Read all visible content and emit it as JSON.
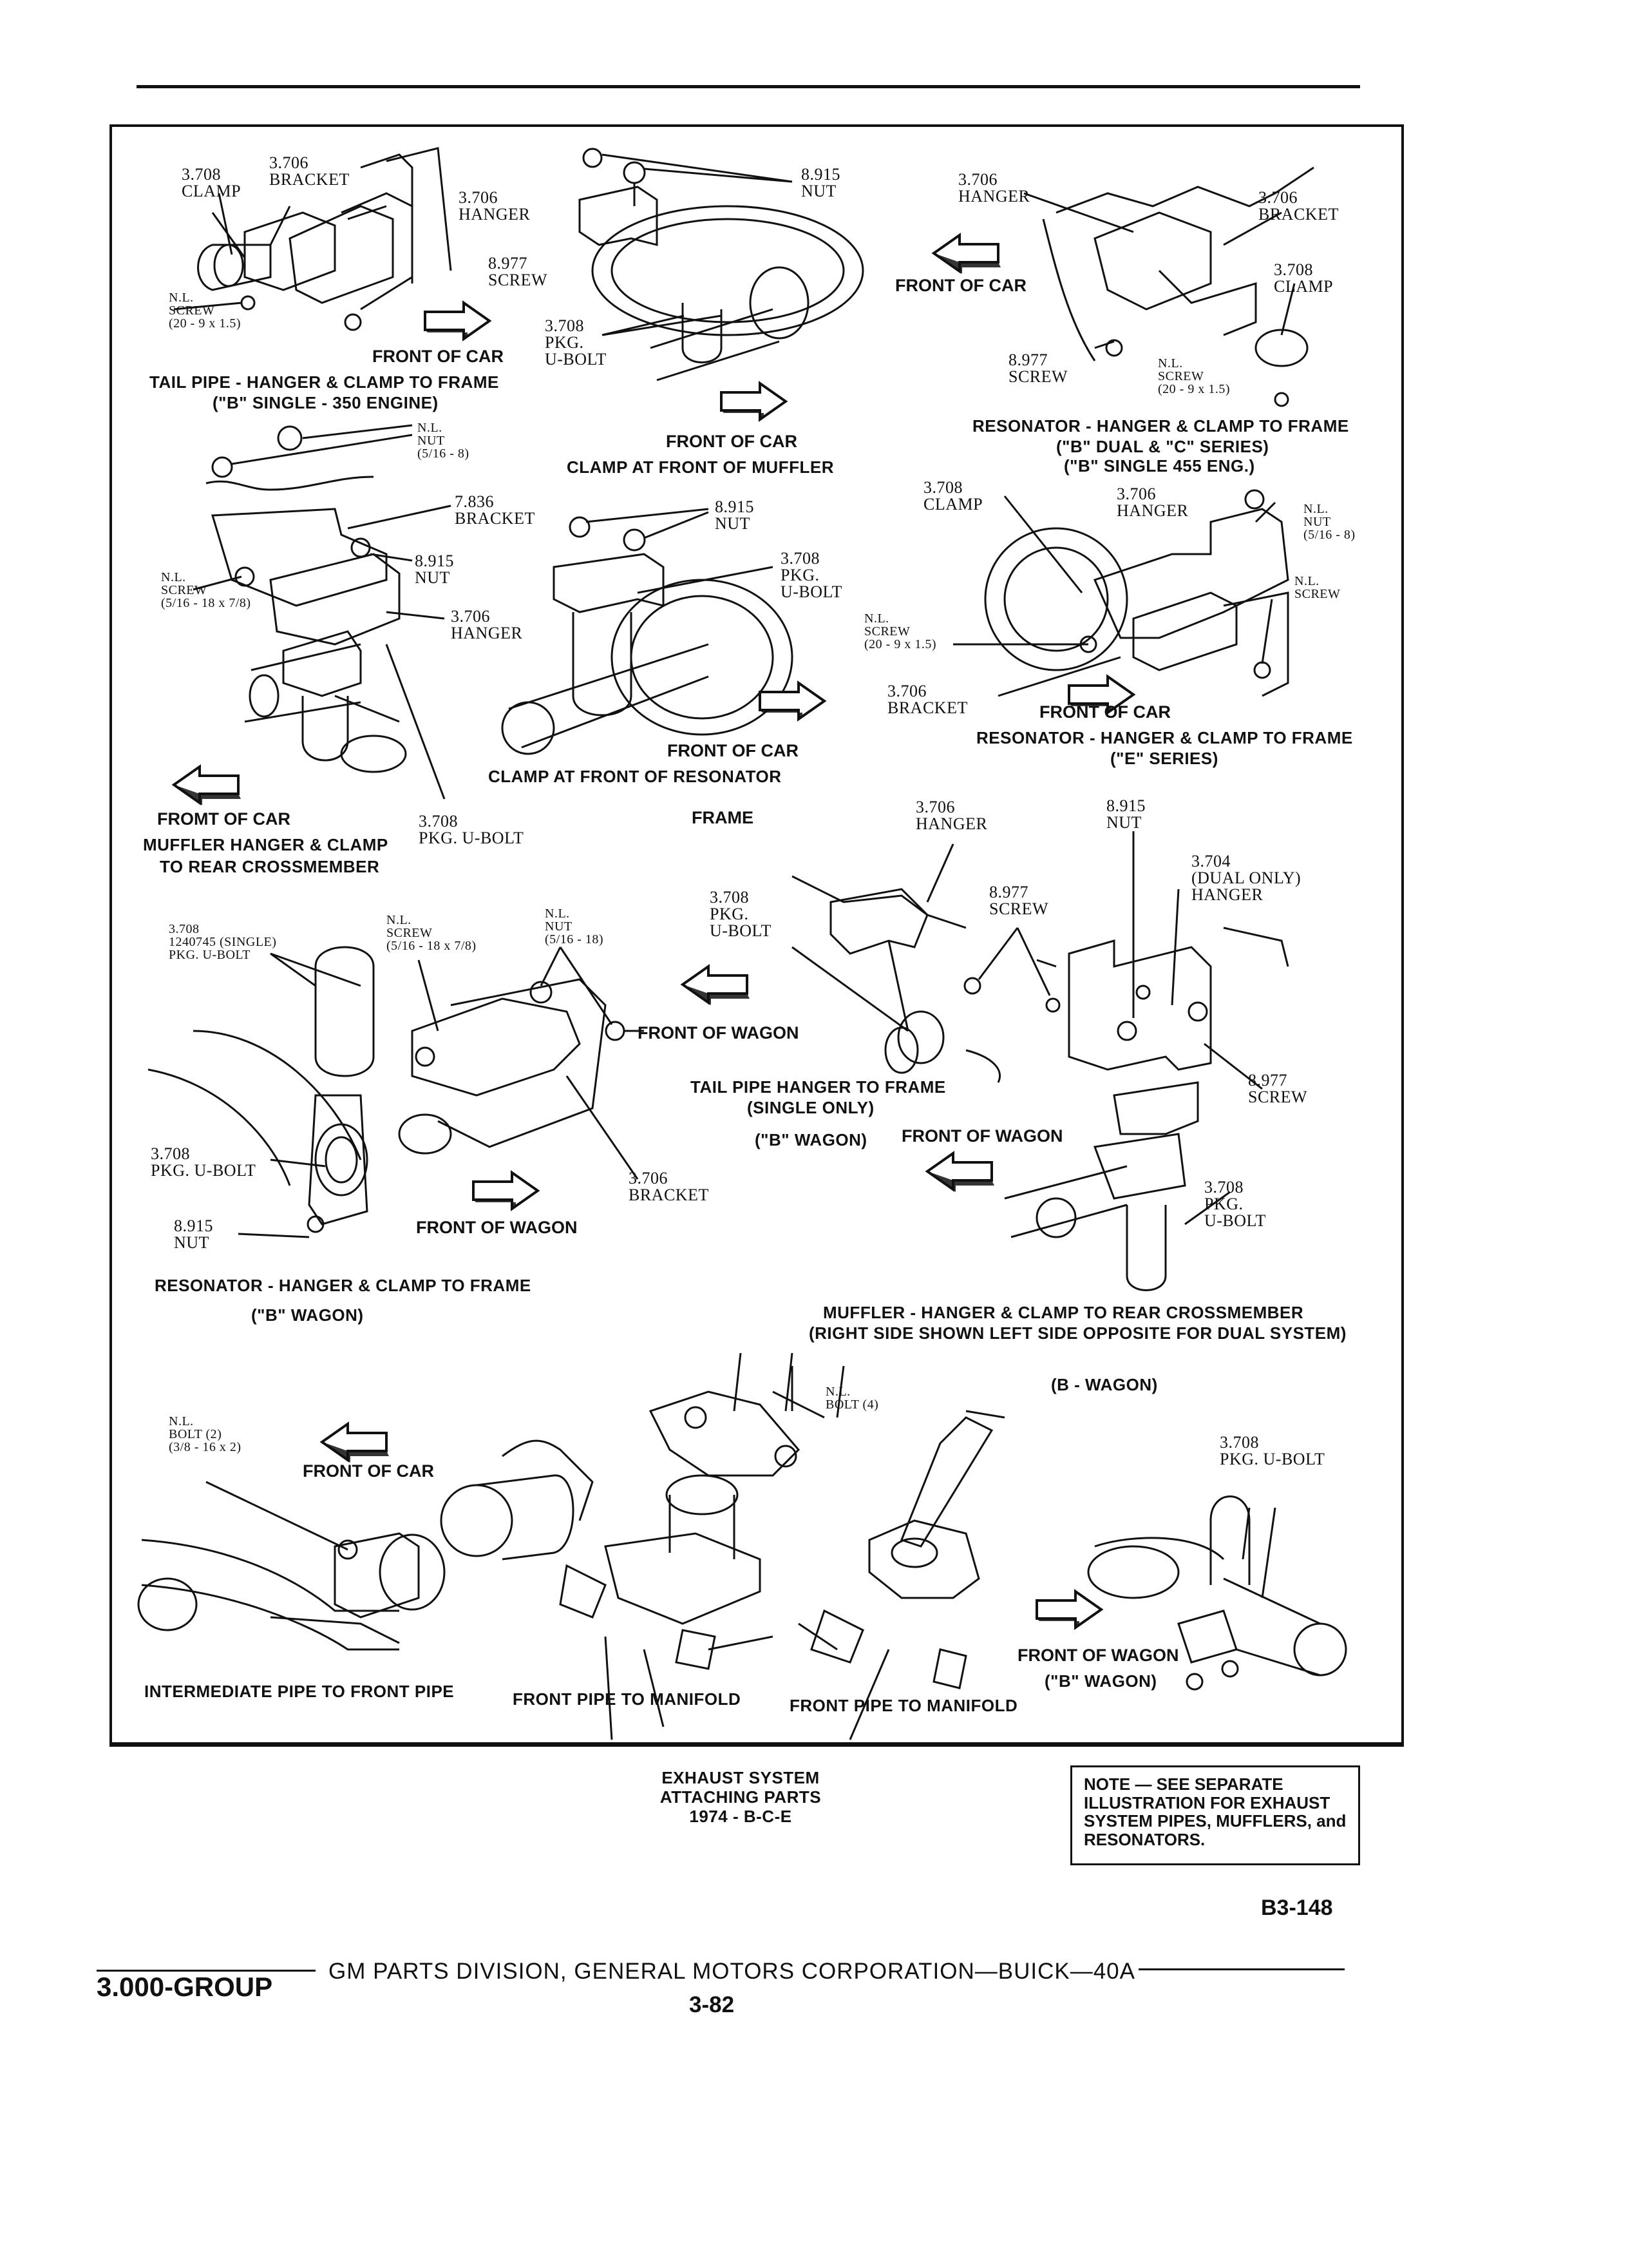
{
  "diagrams": {
    "tail_pipe_b_single_350": {
      "labels": [
        "3.708\nCLAMP",
        "3.706\nBRACKET",
        "3.706\nHANGER",
        "8.977\nSCREW",
        "N.L.\nSCREW\n(20 - 9 x 1.5)"
      ],
      "front": "FRONT OF CAR",
      "caption_1": "TAIL PIPE - HANGER & CLAMP TO FRAME",
      "caption_2": "(\"B\" SINGLE - 350 ENGINE)"
    },
    "clamp_front_muffler": {
      "labels": [
        "8.915\nNUT",
        "3.708\nPKG.\nU-BOLT"
      ],
      "front": "FRONT OF CAR",
      "caption": "CLAMP AT FRONT OF MUFFLER"
    },
    "resonator_b_dual_c": {
      "labels": [
        "3.706\nHANGER",
        "3.706\nBRACKET",
        "3.708\nCLAMP",
        "8.977\nSCREW",
        "N.L.\nSCREW\n(20 - 9 x 1.5)"
      ],
      "front": "FRONT OF CAR",
      "caption_1": "RESONATOR - HANGER & CLAMP TO FRAME",
      "caption_2": "(\"B\" DUAL & \"C\" SERIES)",
      "caption_3": "(\"B\" SINGLE 455 ENG.)"
    },
    "muffler_rear_crossmember": {
      "labels": [
        "N.L.\nNUT\n(5/16 - 8)",
        "7.836\nBRACKET",
        "8.915\nNUT",
        "N.L.\nSCREW\n(5/16 - 18 x 7/8)",
        "3.706\nHANGER",
        "3.708\nPKG. U-BOLT"
      ],
      "front": "FROMT OF CAR",
      "caption_1": "MUFFLER HANGER & CLAMP",
      "caption_2": "TO REAR CROSSMEMBER"
    },
    "clamp_front_resonator": {
      "labels": [
        "8.915\nNUT",
        "3.708\nPKG.\nU-BOLT"
      ],
      "front": "FRONT OF CAR",
      "caption": "CLAMP AT FRONT OF RESONATOR"
    },
    "resonator_e_series": {
      "labels": [
        "3.708\nCLAMP",
        "3.706\nHANGER",
        "N.L.\nNUT\n(5/16 - 8)",
        "N.L.\nSCREW",
        "N.L.\nSCREW\n(20 - 9 x 1.5)",
        "3.706\nBRACKET"
      ],
      "front": "FRONT OF CAR",
      "caption_1": "RESONATOR - HANGER & CLAMP TO FRAME",
      "caption_2": "(\"E\" SERIES)"
    },
    "resonator_b_wagon": {
      "labels": [
        "3.708\n1240745 (SINGLE)\nPKG. U-BOLT",
        "N.L.\nSCREW\n(5/16 - 18 x 7/8)",
        "N.L.\nNUT\n(5/16 - 18)",
        "3.708\nPKG. U-BOLT",
        "8.915\nNUT",
        "3.706\nBRACKET"
      ],
      "front_1": "FRONT OF WAGON",
      "front_2": "FRONT OF WAGON",
      "caption_1": "RESONATOR - HANGER & CLAMP TO FRAME",
      "caption_2": "(\"B\" WAGON)"
    },
    "tail_pipe_hanger_single": {
      "labels": [
        "FRAME",
        "3.706\nHANGER",
        "3.708\nPKG.\nU-BOLT",
        "8.977\nSCREW"
      ],
      "caption_1": "TAIL PIPE HANGER TO FRAME",
      "caption_2": "(SINGLE ONLY)",
      "caption_3": "(\"B\" WAGON)",
      "front": "FRONT OF WAGON"
    },
    "muffler_rear_crossmember_wagon": {
      "labels": [
        "8.915\nNUT",
        "3.704\n(DUAL ONLY)\nHANGER",
        "8.977\nSCREW",
        "3.708\nPKG.\nU-BOLT"
      ],
      "caption_1": "MUFFLER - HANGER & CLAMP TO REAR CROSSMEMBER",
      "caption_2": "(RIGHT SIDE SHOWN LEFT SIDE OPPOSITE FOR DUAL SYSTEM)",
      "caption_3": "(B - WAGON)"
    },
    "intermediate_pipe": {
      "labels": [
        "N.L.\nBOLT (2)\n(3/8 - 16 x 2)"
      ],
      "front": "FRONT OF CAR",
      "caption": "INTERMEDIATE PIPE TO FRONT PIPE"
    },
    "front_pipe_manifold_1": {
      "labels": [
        "N.L.\nBOLT (4)"
      ],
      "caption": "FRONT PIPE TO MANIFOLD"
    },
    "front_pipe_manifold_2": {
      "caption": "FRONT PIPE TO MANIFOLD"
    },
    "wagon_ubolt": {
      "labels": [
        "3.708\nPKG. U-BOLT"
      ],
      "front": "FRONT OF WAGON",
      "caption": "(\"B\" WAGON)"
    }
  },
  "title": {
    "line1": "EXHAUST SYSTEM",
    "line2": "ATTACHING PARTS",
    "line3": "1974 - B-C-E"
  },
  "note": "NOTE — SEE SEPARATE ILLUSTRATION FOR EXHAUST SYSTEM PIPES, MUFFLERS, and RESONATORS.",
  "figure_id": "B3-148",
  "footer": {
    "group": "3.000-GROUP",
    "text": "GM PARTS DIVISION, GENERAL MOTORS CORPORATION—BUICK—40A",
    "page": "3-82"
  }
}
